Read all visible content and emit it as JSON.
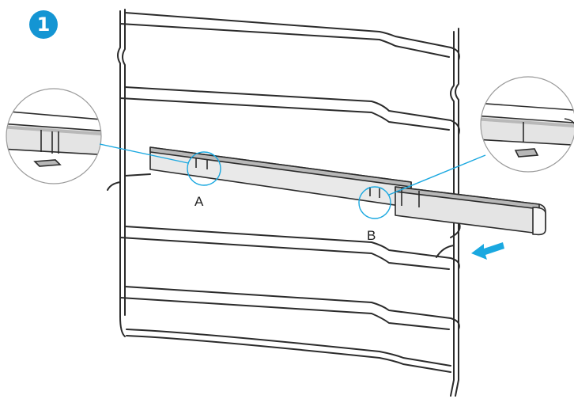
{
  "step": {
    "number": "1"
  },
  "callouts": {
    "a": "A",
    "b": "B"
  },
  "colors": {
    "accent": "#1aa8e0",
    "badge": "#1495d3",
    "wire": "#2b2b2b",
    "rail_fill": "#e9e9e9",
    "rail_dark": "#b8b8b8",
    "arrow": "#1aa8e0"
  },
  "icons": {
    "arrow": "pull-out-arrow-icon"
  }
}
